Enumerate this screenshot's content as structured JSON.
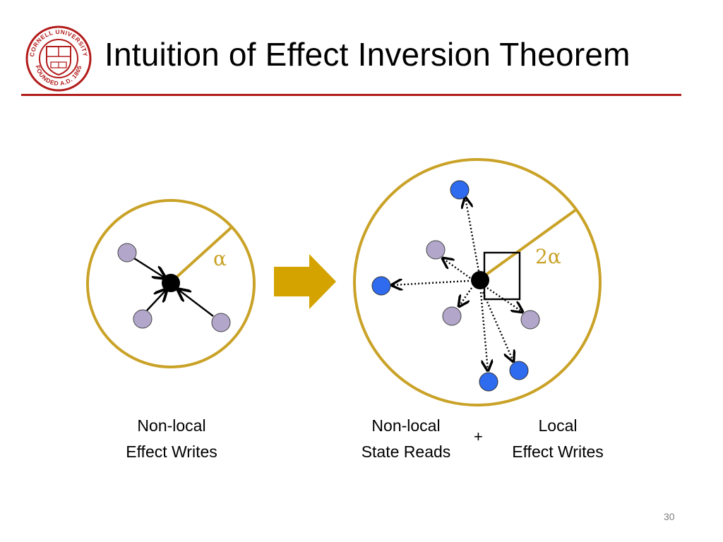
{
  "slide": {
    "title": "Intuition of Effect Inversion Theorem",
    "page_number": "30",
    "colors": {
      "accent_red": "#b31b1b",
      "circle_gold": "#c9a227",
      "arrow_gold": "#d4a300",
      "node_purple": "#b2a6cb",
      "node_blue": "#2f6bef",
      "node_center": "#000000"
    },
    "logo": {
      "text_top": "CORNELL UNIVERSITY",
      "text_bottom": "FOUNDED A.D. 1865"
    },
    "left_diagram": {
      "angle_label": "α",
      "caption_line1": "Non-local",
      "caption_line2": "Effect Writes"
    },
    "right_diagram": {
      "angle_label": "2α",
      "caption_left_line1": "Non-local",
      "caption_left_line2": "State Reads",
      "plus": "+",
      "caption_right_line1": "Local",
      "caption_right_line2": "Effect Writes"
    },
    "transition_icon": "right-arrow-icon"
  }
}
